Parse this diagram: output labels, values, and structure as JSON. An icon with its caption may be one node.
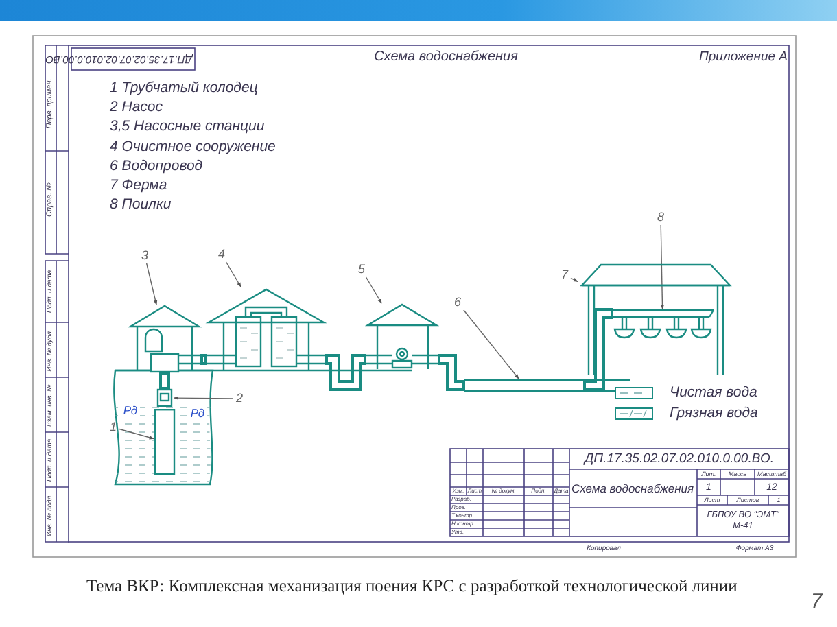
{
  "diagram": {
    "title": "Схема водоснабжения",
    "caption": "Тема ВКР: Комплексная механизация поения КРС с разработкой технологической линии",
    "nodes": [
      {
        "text": [
          "3"
        ]
      },
      {
        "text": [],
        "shape": "picture"
      },
      {
        "text": [
          "4"
        ]
      },
      {
        "text": [],
        "shape": "picture"
      },
      {
        "text": [
          "5"
        ]
      },
      {
        "text": [],
        "shape": "picture"
      },
      {
        "text": [
          "6"
        ]
      },
      {
        "text": [],
        "shape": "picture"
      },
      {
        "text": [
          "7"
        ]
      },
      {
        "text": [],
        "shape": "picture"
      },
      {
        "text": [
          "8"
        ]
      },
      {
        "text": [],
        "shape": "picture",
        "in": 9
      },
      {
        "text": [
          "2"
        ]
      },
      {
        "text": [],
        "shape": "picture"
      },
      {
        "text": [
          "1"
        ]
      },
      {
        "text": [],
        "shape": "box"
      }
    ],
    "edges": [
      {
        "from": 0,
        "to": 1,
        "arrow": "to"
      },
      {
        "from": 2,
        "to": 3,
        "arrow": "to"
      },
      {
        "from": 4,
        "to": 5,
        "arrow": "to"
      },
      {
        "from": 6,
        "to": 7,
        "arrow": "to"
      },
      {
        "from": 8,
        "to": 9,
        "arrow": "to"
      },
      {
        "from": 10,
        "to": 11,
        "arrow": "to"
      },
      {
        "from": 12,
        "to": 13,
        "arrow": "to"
      },
      {
        "from": 14,
        "to": 15,
        "arrow": "to"
      },
      {
        "from": 13,
        "to": 1,
        "arrow": "none",
        "style": "thick",
        "color": "#1a8c82"
      },
      {
        "from": 1,
        "to": 3,
        "arrow": "none",
        "style": "thick",
        "color": "#1a8c82"
      },
      {
        "from": 3,
        "to": 5,
        "arrow": "none",
        "style": "thick",
        "color": "#1a8c82"
      },
      {
        "from": 5,
        "to": 7,
        "arrow": "none",
        "style": "thick",
        "color": "#1a8c82"
      },
      {
        "from": 7,
        "to": 11,
        "arrow": "none",
        "style": "thick",
        "color": "#1a8c82"
      }
    ],
    "labels": [
      "ДП.17.35.02.07.02.010.0.00.ВО",
      "Приложение А",
      "1 Трубчатый колодец",
      "2 Насос",
      "3,5 Насосные станции",
      "4 Очистное сооружение",
      "6 Водопровод",
      "7 Ферма",
      "8 Поилки",
      "Перв. примен.",
      "Справ. №",
      "Подп. и дата",
      "Инв. № дубл.",
      "Взам. инв. №",
      "Подп. и дата",
      "Инв. № подл.",
      "Рд",
      "Рд",
      "ДП.17.35.02.07.02.010.0.00.ВО.",
      "Изм.",
      "Лист",
      "№ докум.",
      "Подп.",
      "Дата",
      "Разраб.",
      "Пров.",
      "Т.контр.",
      "Н.контр.",
      "Утв.",
      "Схема водоснабжения",
      "Лит.",
      "Масса",
      "Масштаб",
      "1",
      "12",
      "Лист",
      "Листов",
      "1",
      "ГБПОУ ВО \"ЭМТ\" М-41",
      "Копировал",
      "Формат А3",
      "7"
    ],
    "legend": [
      {
        "text": "Чистая вода"
      },
      {
        "text": "Грязная вода"
      }
    ]
  }
}
